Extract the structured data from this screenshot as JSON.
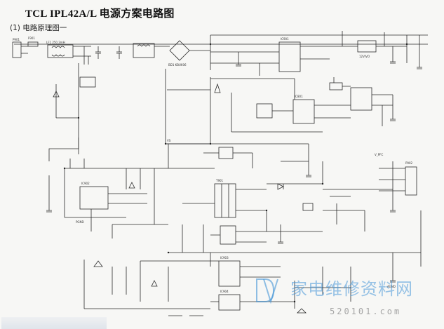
{
  "header": {
    "title": "TCL IPL42A/L 电源方案电路图",
    "subtitle": "(1) 电路原理图一"
  },
  "watermark": {
    "logo_letters": "DV",
    "text": "家电维修资料网",
    "url": "520101.com",
    "color": "#4696d7"
  },
  "labels": [
    {
      "id": "inlet",
      "text": "P901"
    },
    {
      "id": "lf",
      "text": "LF1 250.2mH"
    },
    {
      "id": "bridge",
      "text": "BD1 KBU606"
    },
    {
      "id": "fuse",
      "text": "F901"
    },
    {
      "id": "ic_top",
      "text": "IC901"
    },
    {
      "id": "vout_top",
      "text": "12V/VO"
    },
    {
      "id": "ic_mid",
      "text": "IC801"
    },
    {
      "id": "ic_pfc",
      "text": "IC902"
    },
    {
      "id": "t_main",
      "text": "T901"
    },
    {
      "id": "ic_bot",
      "text": "IC903"
    },
    {
      "id": "ic_bot2",
      "text": "IC904"
    },
    {
      "id": "vpfc",
      "text": "V_PFC"
    },
    {
      "id": "conn",
      "text": "P902"
    },
    {
      "id": "vs",
      "text": "VS"
    },
    {
      "id": "gnd",
      "text": "PGND"
    },
    {
      "id": "agnd",
      "text": "AGND"
    }
  ]
}
